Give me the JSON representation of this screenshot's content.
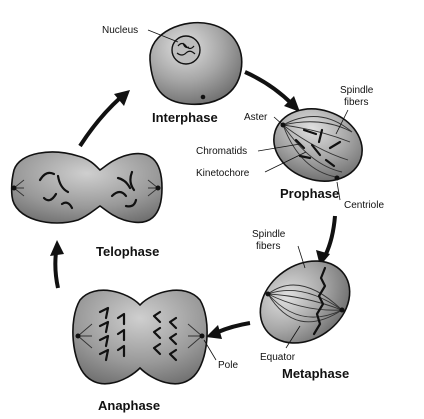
{
  "labels": {
    "nucleus": "Nucleus",
    "aster": "Aster",
    "spindle_fibers_1": "Spindle",
    "spindle_fibers_2": "fibers",
    "chromatids": "Chromatids",
    "kinetochore": "Kinetochore",
    "centriole": "Centriole",
    "equator": "Equator",
    "pole": "Pole"
  },
  "phases": {
    "interphase": "Interphase",
    "prophase": "Prophase",
    "metaphase": "Metaphase",
    "anaphase": "Anaphase",
    "telophase": "Telophase"
  },
  "colors": {
    "cell_fill": "#8f8f8f",
    "cell_highlight": "#d9d9d9",
    "outline": "#111111"
  }
}
